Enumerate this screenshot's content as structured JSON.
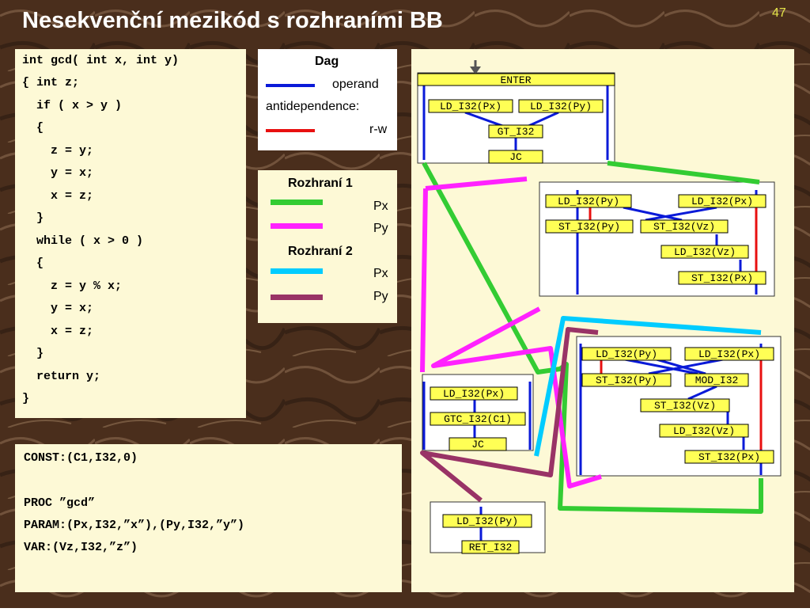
{
  "slide": {
    "title": "Nesekvenční mezikód s rozhraními BB",
    "page_number": "47"
  },
  "code": [
    "int gcd( int x, int y)",
    "{ int z;",
    "  if ( x > y )",
    "  {",
    "    z = y;",
    "    y = x;",
    "    x = z;",
    "  }",
    "  while ( x > 0 )",
    "  {",
    "    z = y % x;",
    "    y = x;",
    "    x = z;",
    "  }",
    "  return y;",
    "}"
  ],
  "declarations": [
    "CONST:(C1,I32,0)",
    "",
    "PROC ”gcd”",
    "PARAM:(Px,I32,”x”),(Py,I32,”y”)",
    "VAR:(Vz,I32,”z”)"
  ],
  "dag_legend": {
    "title": "Dag",
    "operand": "operand",
    "antidependence": "antidependence:",
    "rw": "r-w",
    "colors": {
      "operand": "#0a1ad8",
      "rw": "#e81010"
    }
  },
  "interface_legend": {
    "r1_title": "Rozhraní 1",
    "r1_px": "Px",
    "r1_py": "Py",
    "r2_title": "Rozhraní 2",
    "r2_px": "Px",
    "r2_py": "Py",
    "colors": {
      "r1_px": "#33cc33",
      "r1_py": "#ff22ff",
      "r2_px": "#00ccff",
      "r2_py": "#993366"
    }
  },
  "blocks": {
    "b1": {
      "enter": "ENTER",
      "ld_px": "LD_I32(Px)",
      "ld_py": "LD_I32(Py)",
      "gt": "GT_I32",
      "jc": "JC"
    },
    "b2": {
      "ld_py": "LD_I32(Py)",
      "ld_px": "LD_I32(Px)",
      "st_py": "ST_I32(Py)",
      "st_vz": "ST_I32(Vz)",
      "ld_vz": "LD_I32(Vz)",
      "st_px": "ST_I32(Px)"
    },
    "b3": {
      "ld_px": "LD_I32(Px)",
      "gtc": "GTC_I32(C1)",
      "jc": "JC"
    },
    "b4": {
      "ld_py": "LD_I32(Py)",
      "ld_px": "LD_I32(Px)",
      "st_py": "ST_I32(Py)",
      "mod": "MOD_I32",
      "st_vz": "ST_I32(Vz)",
      "ld_vz": "LD_I32(Vz)",
      "st_px": "ST_I32(Px)"
    },
    "b5": {
      "ld_py": "LD_I32(Py)",
      "ret": "RET_I32"
    }
  }
}
